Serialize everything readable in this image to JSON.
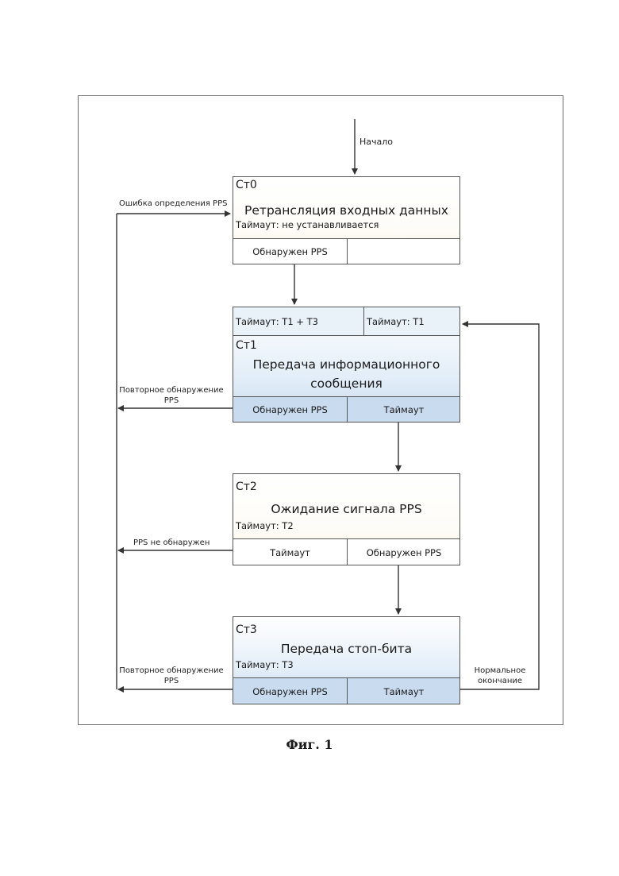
{
  "start_label": "Начало",
  "states": {
    "st0": {
      "id": "Ст0",
      "title": "Ретрансляция входных данных",
      "timeout": "Таймаут: не устанавливается",
      "bottom_left": "Обнаружен PPS",
      "bottom_right": ""
    },
    "st1": {
      "top_left": "Таймаут: T1 + T3",
      "top_right": "Таймаут: T1",
      "id": "Ст1",
      "title_line1": "Передача информационного",
      "title_line2": "сообщения",
      "bottom_left": "Обнаружен PPS",
      "bottom_right": "Таймаут"
    },
    "st2": {
      "id": "Ст2",
      "title": "Ожидание сигнала PPS",
      "timeout": "Таймаут: T2",
      "bottom_left": "Таймаут",
      "bottom_right": "Обнаружен PPS"
    },
    "st3": {
      "id": "Ст3",
      "title": "Передача стоп-бита",
      "timeout": "Таймаут: T3",
      "bottom_left": "Обнаружен PPS",
      "bottom_right": "Таймаут"
    }
  },
  "edge_labels": {
    "pps_error": "Ошибка определения PPS",
    "repeat_1_line1": "Повторное обнаружение",
    "repeat_1_line2": "PPS",
    "pps_not_found": "PPS не обнаружен",
    "repeat_2_line1": "Повторное обнаружение",
    "repeat_2_line2": "PPS",
    "normal_line1": "Нормальное",
    "normal_line2": "окончание"
  },
  "caption": "Фиг. 1"
}
